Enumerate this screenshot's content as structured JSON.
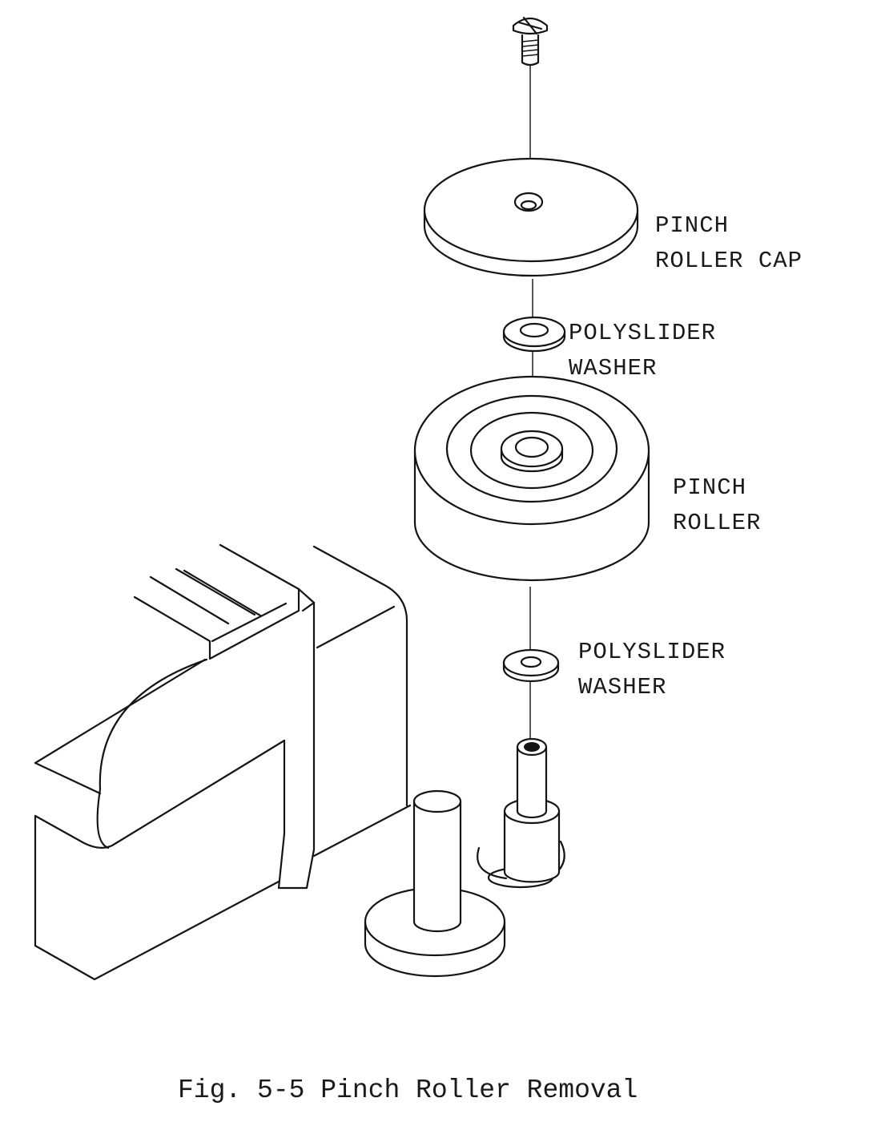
{
  "labels": {
    "cap": {
      "line1": "PINCH",
      "line2": "ROLLER CAP"
    },
    "washer_upper": {
      "line1": "POLYSLIDER",
      "line2": "WASHER"
    },
    "roller": {
      "line1": "PINCH",
      "line2": "ROLLER"
    },
    "washer_lower": {
      "line1": "POLYSLIDER",
      "line2": "WASHER"
    }
  },
  "caption": "Fig. 5-5 Pinch Roller Removal",
  "colors": {
    "ink": "#141414",
    "paper": "#ffffff"
  }
}
